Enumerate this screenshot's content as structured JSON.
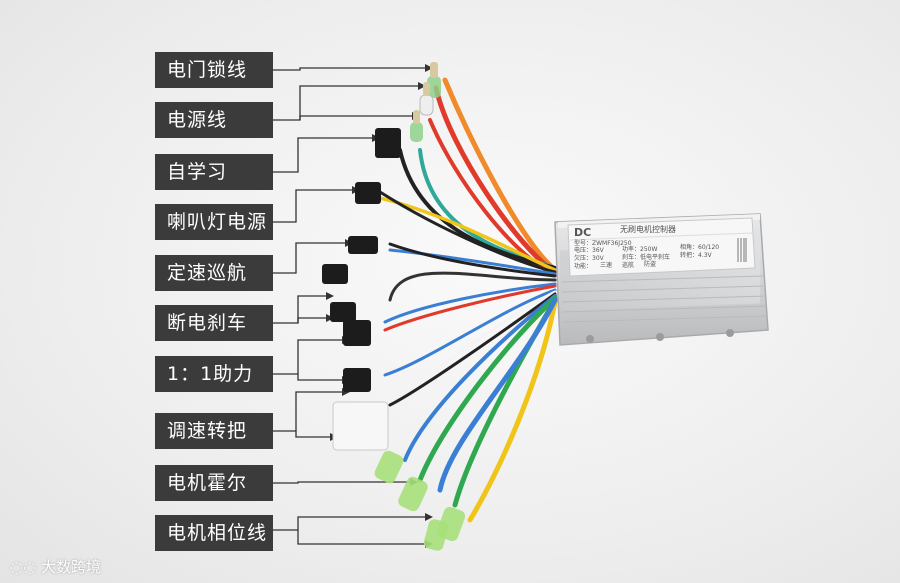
{
  "labels": [
    "电门锁线",
    "电源线",
    "自学习",
    "喇叭灯电源",
    "定速巡航",
    "断电刹车",
    "1：1助力",
    "调速转把",
    "电机霍尔",
    "电机相位线"
  ],
  "controller": {
    "brand": "DC",
    "title": "无刷电机控制器",
    "model": "型号：ZWMF36J250",
    "row1": [
      "电压：36V",
      "功率：250W",
      "相角：60/120"
    ],
    "row2": [
      "欠压：30V",
      "刹车：低电平刹车",
      "转把：4.3V"
    ],
    "row3": [
      "功能：",
      "三速",
      "巡航",
      "防盗"
    ]
  },
  "watermark": "大数跨境",
  "colors": {
    "label_bg": "#3b3b3b",
    "label_text": "#ffffff",
    "controller_body": "#d9dadb",
    "wire_red": "#e03a2a",
    "wire_orange": "#f08a2a",
    "wire_green": "#2fa84f",
    "wire_blue": "#3a7fd4",
    "wire_yellow": "#f0c419",
    "wire_black": "#222222"
  }
}
